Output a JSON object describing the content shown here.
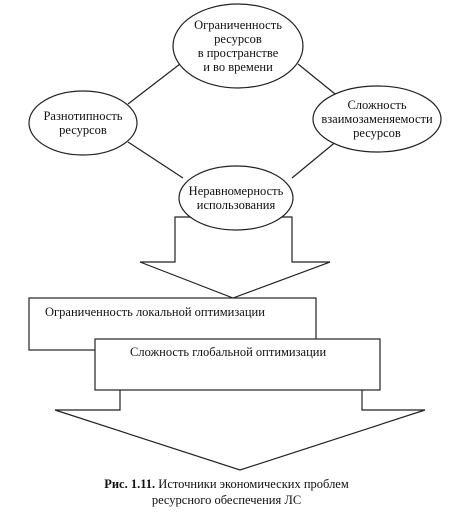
{
  "nodes": {
    "top": [
      "Ограниченность",
      "ресурсов",
      "в пространстве",
      "и во времени"
    ],
    "left": [
      "Разнотипность",
      "ресурсов"
    ],
    "right": [
      "Сложность",
      "взаимозаменяемости",
      "ресурсов"
    ],
    "bottom": [
      "Неравномерность",
      "использования"
    ]
  },
  "boxes": {
    "local": "Ограниченность локальной оптимизации",
    "global": "Сложность глобальной оптимизации"
  },
  "caption": {
    "label": "Рис. 1.11.",
    "line1": "Источники экономических проблем",
    "line2": "ресурсного обеспечения ЛС"
  }
}
